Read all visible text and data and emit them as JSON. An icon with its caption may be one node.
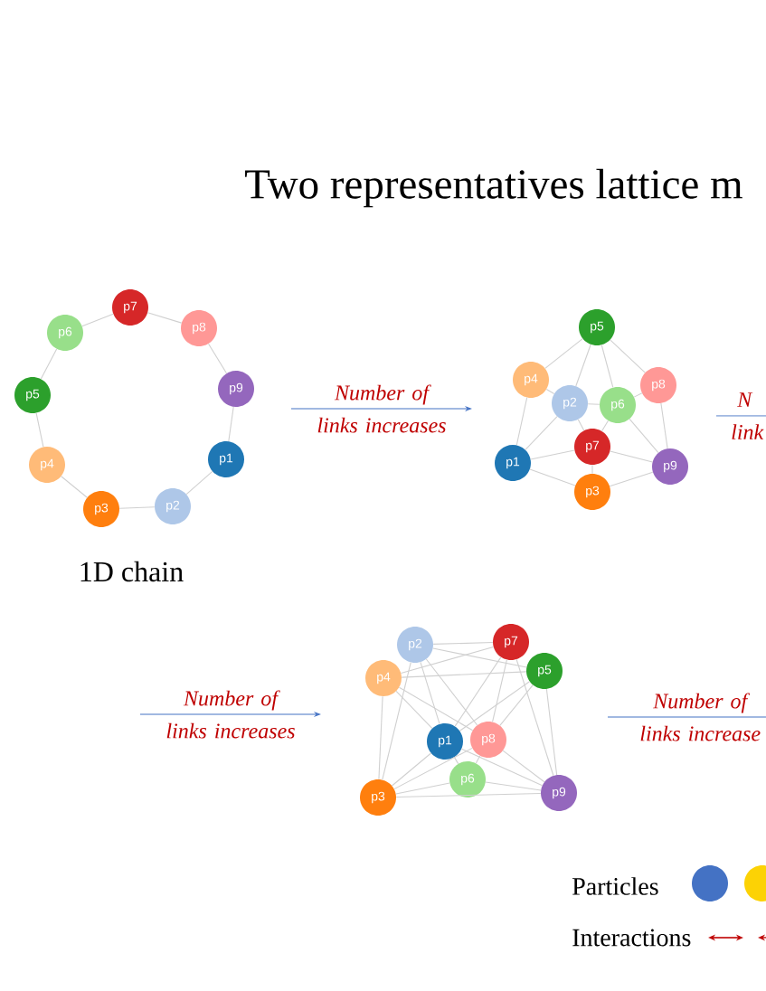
{
  "diagram": {
    "title": "Two representatives lattice m",
    "nodes": [
      {
        "text": [
          "p1"
        ]
      },
      {
        "text": [
          "p2"
        ]
      },
      {
        "text": [
          "p3"
        ]
      },
      {
        "text": [
          "p4"
        ]
      },
      {
        "text": [
          "p5"
        ]
      },
      {
        "text": [
          "p6"
        ]
      },
      {
        "text": [
          "p7"
        ]
      },
      {
        "text": [
          "p8"
        ]
      },
      {
        "text": [
          "p9"
        ]
      },
      {
        "text": [
          "p1"
        ]
      },
      {
        "text": [
          "p2"
        ]
      },
      {
        "text": [
          "p3"
        ]
      },
      {
        "text": [
          "p4"
        ]
      },
      {
        "text": [
          "p5"
        ]
      },
      {
        "text": [
          "p6"
        ]
      },
      {
        "text": [
          "p7"
        ]
      },
      {
        "text": [
          "p8"
        ]
      },
      {
        "text": [
          "p9"
        ]
      },
      {
        "text": [
          "p1"
        ]
      },
      {
        "text": [
          "p2"
        ]
      },
      {
        "text": [
          "p3"
        ]
      },
      {
        "text": [
          "p4"
        ]
      },
      {
        "text": [
          "p5"
        ]
      },
      {
        "text": [
          "p6"
        ]
      },
      {
        "text": [
          "p7"
        ]
      },
      {
        "text": [
          "p8"
        ]
      },
      {
        "text": [
          "p9"
        ]
      }
    ],
    "edges": [
      {
        "from": 6,
        "to": 7,
        "arrow": "none"
      },
      {
        "from": 7,
        "to": 8,
        "arrow": "none"
      },
      {
        "from": 8,
        "to": 0,
        "arrow": "none"
      },
      {
        "from": 0,
        "to": 1,
        "arrow": "none"
      },
      {
        "from": 1,
        "to": 2,
        "arrow": "none"
      },
      {
        "from": 2,
        "to": 3,
        "arrow": "none"
      },
      {
        "from": 3,
        "to": 4,
        "arrow": "none"
      },
      {
        "from": 4,
        "to": 5,
        "arrow": "none"
      },
      {
        "from": 5,
        "to": 6,
        "arrow": "none"
      },
      {
        "from": 13,
        "to": 12,
        "arrow": "none"
      },
      {
        "from": 13,
        "to": 10,
        "arrow": "none"
      },
      {
        "from": 13,
        "to": 14,
        "arrow": "none"
      },
      {
        "from": 13,
        "to": 16,
        "arrow": "none"
      },
      {
        "from": 12,
        "to": 10,
        "arrow": "none"
      },
      {
        "from": 12,
        "to": 9,
        "arrow": "none"
      },
      {
        "from": 10,
        "to": 14,
        "arrow": "none"
      },
      {
        "from": 10,
        "to": 9,
        "arrow": "none"
      },
      {
        "from": 10,
        "to": 15,
        "arrow": "none"
      },
      {
        "from": 14,
        "to": 16,
        "arrow": "none"
      },
      {
        "from": 14,
        "to": 15,
        "arrow": "none"
      },
      {
        "from": 14,
        "to": 17,
        "arrow": "none"
      },
      {
        "from": 16,
        "to": 17,
        "arrow": "none"
      },
      {
        "from": 9,
        "to": 15,
        "arrow": "none"
      },
      {
        "from": 9,
        "to": 11,
        "arrow": "none"
      },
      {
        "from": 15,
        "to": 11,
        "arrow": "none"
      },
      {
        "from": 15,
        "to": 17,
        "arrow": "none"
      },
      {
        "from": 11,
        "to": 17,
        "arrow": "none"
      },
      {
        "from": 19,
        "to": 24,
        "arrow": "none"
      },
      {
        "from": 19,
        "to": 22,
        "arrow": "none"
      },
      {
        "from": 19,
        "to": 18,
        "arrow": "none"
      },
      {
        "from": 19,
        "to": 25,
        "arrow": "none"
      },
      {
        "from": 19,
        "to": 20,
        "arrow": "none"
      },
      {
        "from": 21,
        "to": 24,
        "arrow": "none"
      },
      {
        "from": 21,
        "to": 22,
        "arrow": "none"
      },
      {
        "from": 21,
        "to": 18,
        "arrow": "none"
      },
      {
        "from": 21,
        "to": 25,
        "arrow": "none"
      },
      {
        "from": 21,
        "to": 20,
        "arrow": "none"
      },
      {
        "from": 24,
        "to": 18,
        "arrow": "none"
      },
      {
        "from": 24,
        "to": 25,
        "arrow": "none"
      },
      {
        "from": 24,
        "to": 26,
        "arrow": "none"
      },
      {
        "from": 22,
        "to": 18,
        "arrow": "none"
      },
      {
        "from": 22,
        "to": 25,
        "arrow": "none"
      },
      {
        "from": 22,
        "to": 26,
        "arrow": "none"
      },
      {
        "from": 18,
        "to": 20,
        "arrow": "none"
      },
      {
        "from": 18,
        "to": 23,
        "arrow": "none"
      },
      {
        "from": 18,
        "to": 26,
        "arrow": "none"
      },
      {
        "from": 25,
        "to": 20,
        "arrow": "none"
      },
      {
        "from": 25,
        "to": 23,
        "arrow": "none"
      },
      {
        "from": 25,
        "to": 26,
        "arrow": "none"
      },
      {
        "from": 23,
        "to": 20,
        "arrow": "none"
      },
      {
        "from": 23,
        "to": 26,
        "arrow": "none"
      },
      {
        "from": 20,
        "to": 26,
        "arrow": "none"
      }
    ],
    "labels": [
      "Number of links increases",
      "N link",
      "1D chain",
      "Number of links increases",
      "Number of links increase"
    ],
    "legend": [
      {
        "text": "Particles",
        "color": "#4472c4"
      },
      {
        "text": "Interactions"
      }
    ]
  }
}
